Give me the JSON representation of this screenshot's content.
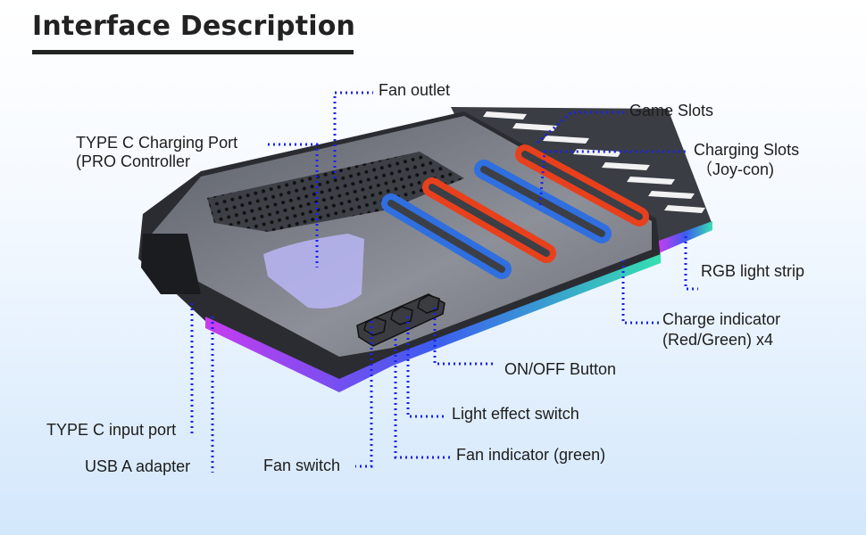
{
  "title": "Interface Description",
  "labels": {
    "fan_outlet": "Fan outlet",
    "game_slots": "Game Slots",
    "charging_slots_1": "Charging Slots",
    "charging_slots_2": "（Joy-con)",
    "typec_charging_1": "TYPE C Charging Port",
    "typec_charging_2": "(PRO Controller",
    "rgb_strip": "RGB light strip",
    "charge_indicator_1": "Charge indicator",
    "charge_indicator_2": "(Red/Green) x4",
    "on_off": "ON/OFF Button",
    "light_effect": "Light effect switch",
    "fan_indicator": "Fan indicator (green)",
    "fan_switch": "Fan switch",
    "typec_input": "TYPE C input port",
    "usb_a": "USB A adapter"
  },
  "colors": {
    "callout": "#1a22ee",
    "red_slot": "#e8401c",
    "blue_slot": "#2f6fe0",
    "body": "#4a4d55"
  }
}
